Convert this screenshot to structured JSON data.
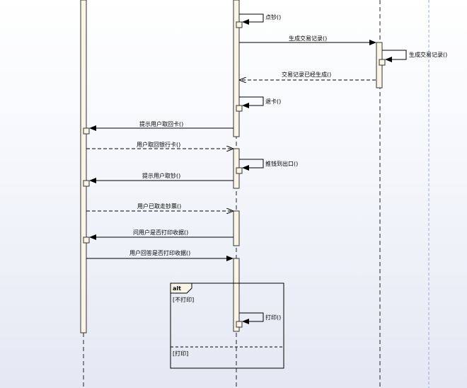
{
  "messages": [
    {
      "label": "点钞()"
    },
    {
      "label": "生成交易记录()"
    },
    {
      "label": "生成交易记录()"
    },
    {
      "label": "交易记录已经生成()"
    },
    {
      "label": "退卡()"
    },
    {
      "label": "提示用户取回卡()"
    },
    {
      "label": "用户取回银行卡()"
    },
    {
      "label": "推钱到出口()"
    },
    {
      "label": "提示用户取钞()"
    },
    {
      "label": "用户已取走钞票()"
    },
    {
      "label": "问用户是否打印收据()"
    },
    {
      "label": "用户回答是否打印收据()"
    },
    {
      "label": "打印()"
    }
  ],
  "alt": {
    "operator": "alt",
    "guard1": "[不打印]",
    "guard2": "[打印]"
  }
}
